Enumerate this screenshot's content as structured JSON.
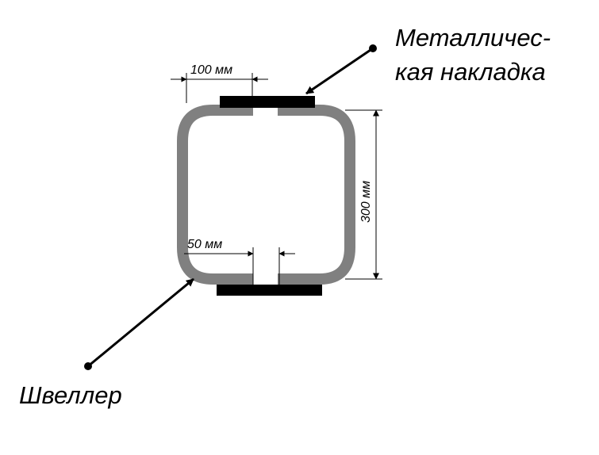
{
  "labels": {
    "plate_line1": "Металличес-",
    "plate_line2": "кая накладка",
    "channel": "Швеллер"
  },
  "dimensions": {
    "top_width": "100 мм",
    "gap_width": "50 мм",
    "height": "300 мм"
  },
  "colors": {
    "channel": "#808080",
    "plate": "#000000",
    "line": "#000000",
    "background": "#ffffff"
  }
}
